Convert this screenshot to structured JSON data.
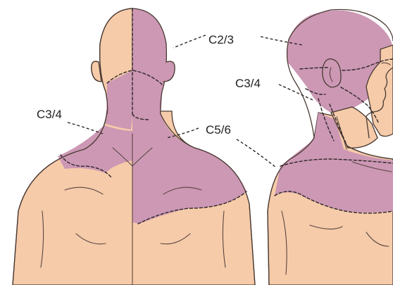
{
  "labels": {
    "c23": "C2/3",
    "c34_back": "C3/4",
    "c56": "C5/6",
    "c34_side": "C3/4"
  },
  "colors": {
    "skin": "#f6cba9",
    "dermatome_zone": "#cc98b4",
    "outline": "#4a3a33",
    "dashed_line": "#2e2626"
  }
}
